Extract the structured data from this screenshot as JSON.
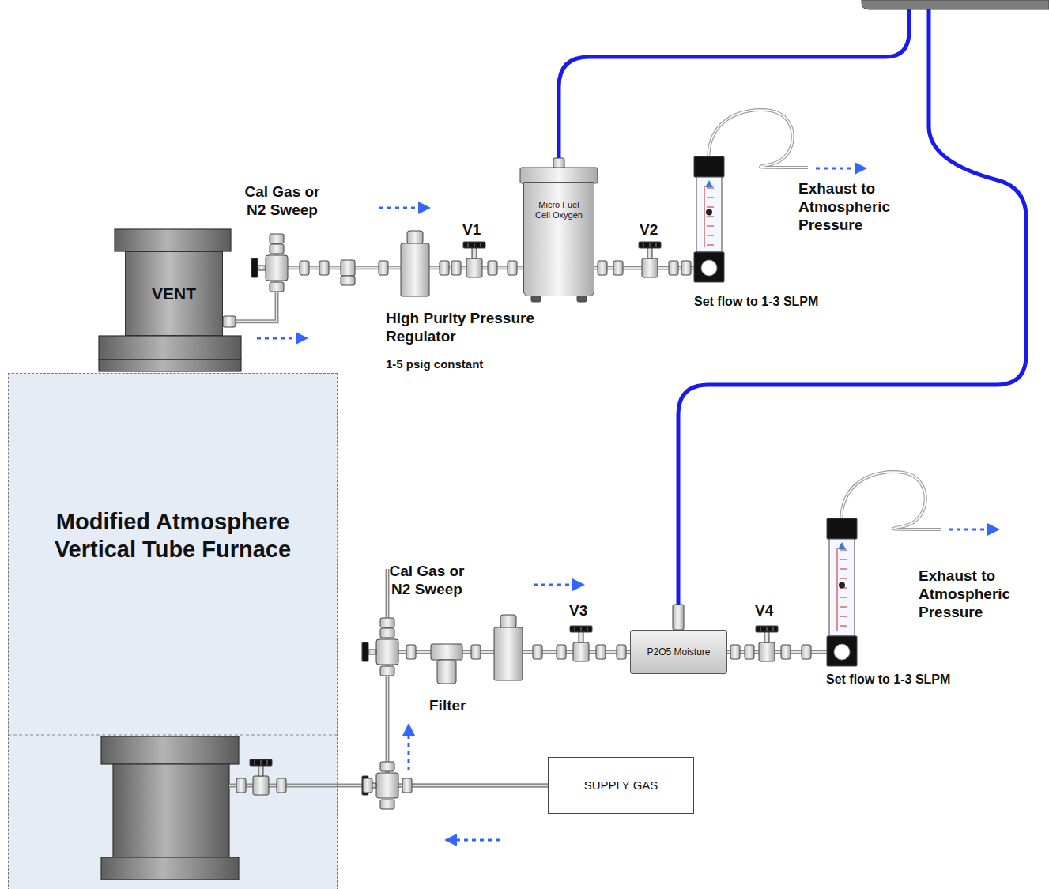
{
  "diagram": {
    "nodes": [
      {
        "text": [
          "Modified Atmosphere Vertical Tube Furnace"
        ]
      },
      {
        "text": [
          "VENT"
        ]
      },
      {
        "text": [
          "Micro Fuel Cell Oxygen"
        ]
      },
      {
        "text": [
          "P2O5 Moisture"
        ]
      },
      {
        "text": [
          "SUPPLY GAS"
        ]
      }
    ],
    "edges": [
      {
        "from": 1,
        "to": 2,
        "arrow": "none"
      },
      {
        "from": 4,
        "to": 0,
        "arrow": "none"
      },
      {
        "from": 4,
        "to": 3,
        "arrow": "none"
      }
    ],
    "labels": [
      "Cal Gas or N2 Sweep",
      "V1",
      "V2",
      "High Purity Pressure Regulator",
      "1-5 psig constant",
      "Exhaust to Atmospheric Pressure",
      "Set flow to 1-3 SLPM",
      "Cal Gas or N2 Sweep",
      "V3",
      "V4",
      "Filter",
      "Exhaust to Atmospheric Pressure",
      "Set flow to 1-3 SLPM"
    ]
  }
}
